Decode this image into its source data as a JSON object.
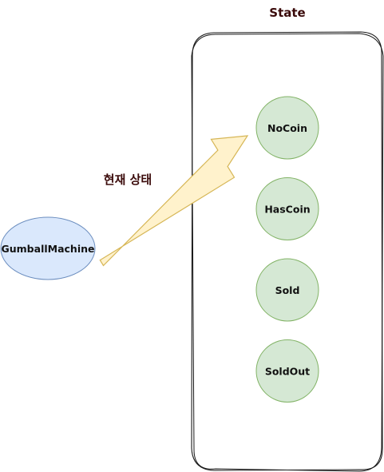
{
  "container": {
    "title": "State",
    "title_color": "#3a0a0a"
  },
  "context": {
    "label": "GumballMachine",
    "fill": "#dae8fc",
    "stroke": "#6c8ebf"
  },
  "arrow": {
    "label": "현재 상태",
    "label_color": "#3a0a0a",
    "fill": "#fff2cc",
    "stroke": "#d6b656"
  },
  "states": [
    {
      "label": "NoCoin"
    },
    {
      "label": "HasCoin"
    },
    {
      "label": "Sold"
    },
    {
      "label": "SoldOut"
    }
  ],
  "state_style": {
    "fill": "#d5e8d4",
    "stroke": "#82b366"
  }
}
